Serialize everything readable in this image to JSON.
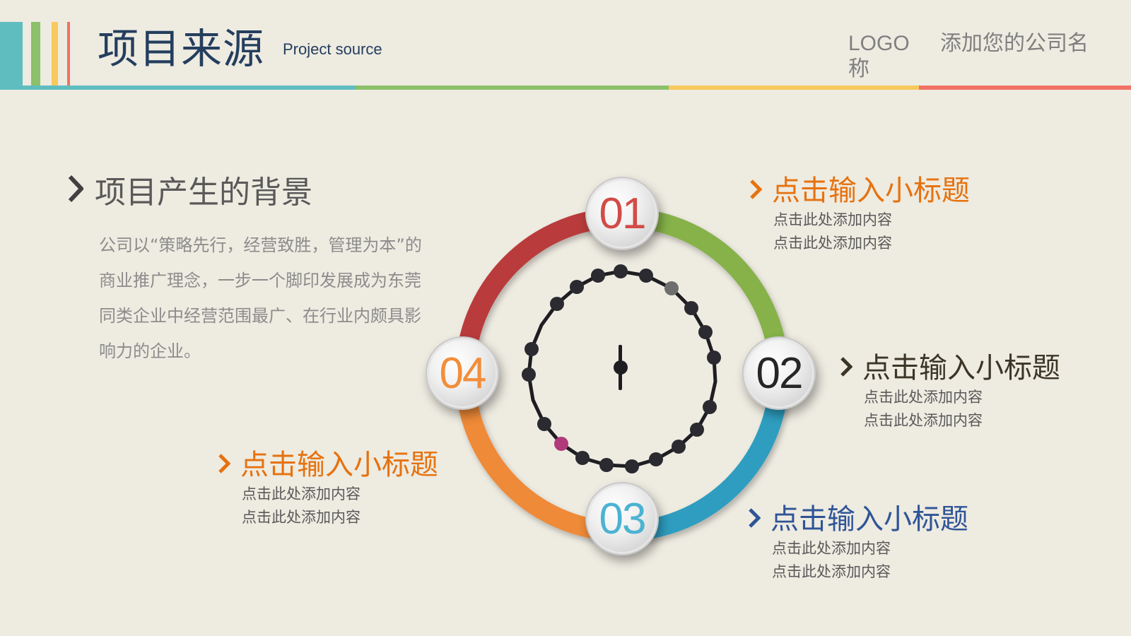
{
  "header": {
    "title": "项目来源",
    "subtitle": "Project source",
    "logo": "LOGO 称",
    "company": "添加您的公司名",
    "stripe_colors": [
      "#5FBDBF",
      "#8CC06A",
      "#F8C95C",
      "#F07164"
    ],
    "line_colors": [
      "#5FBDBF",
      "#8CC06A",
      "#F8C95C",
      "#F07164"
    ]
  },
  "background_section": {
    "icon": "chevron-right-icon",
    "heading": "项目产生的背景",
    "paragraph": "公司以“策略先行，经营致胜，管理为本”的商业推广理念，一步一个脚印发展成为东莞同类企业中经营范围最广、在行业内颇具影响力的企业。"
  },
  "diagram": {
    "badges": [
      {
        "number": "01",
        "color": "#D24B48"
      },
      {
        "number": "02",
        "color": "#262626"
      },
      {
        "number": "03",
        "color": "#4BB3D2"
      },
      {
        "number": "04",
        "color": "#F28E3A"
      }
    ],
    "arc_colors": {
      "top_left": "#B93A3A",
      "top_right": "#86B24A",
      "bottom_right": "#2E9DBF",
      "bottom_left": "#EE8A37"
    },
    "center_image": "people-circle-image"
  },
  "items": [
    {
      "icon": "chevron-right-icon",
      "title": "点击输入小标题",
      "title_color": "#E6720F",
      "lines": [
        "点击此处添加内容",
        "点击此处添加内容"
      ]
    },
    {
      "icon": "chevron-right-icon",
      "title": "点击输入小标题",
      "title_color": "#3B3526",
      "lines": [
        "点击此处添加内容",
        "点击此处添加内容"
      ]
    },
    {
      "icon": "chevron-right-icon",
      "title": "点击输入小标题",
      "title_color": "#2F5597",
      "lines": [
        "点击此处添加内容",
        "点击此处添加内容"
      ]
    },
    {
      "icon": "chevron-right-icon",
      "title": "点击输入小标题",
      "title_color": "#E6720F",
      "lines": [
        "点击此处添加内容",
        "点击此处添加内容"
      ]
    }
  ]
}
